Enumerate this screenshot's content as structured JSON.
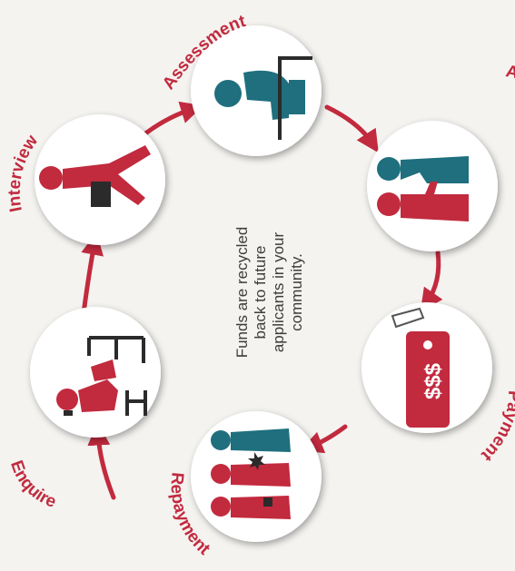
{
  "center_text": [
    "Funds are recycled",
    "back to future",
    "applicants in your",
    "community."
  ],
  "steps": [
    {
      "id": "assessment",
      "label": "Assessment",
      "icon": "person-at-desk-icon"
    },
    {
      "id": "approval",
      "label": "Approval",
      "icon": "two-people-icon"
    },
    {
      "id": "payment",
      "label": "Payment",
      "icon": "money-tag-icon"
    },
    {
      "id": "repayment",
      "label": "Repayment",
      "icon": "three-people-icon"
    },
    {
      "id": "enquire",
      "label": "Enquire",
      "icon": "person-at-desk-phone-icon"
    },
    {
      "id": "interview",
      "label": "Interview",
      "icon": "person-with-bag-icon"
    }
  ],
  "payment_tag_text": "$$$",
  "colors": {
    "red": "#c22a3e",
    "teal": "#1f6f7e",
    "text": "#3c3c3c",
    "circle": "#ffffff"
  }
}
